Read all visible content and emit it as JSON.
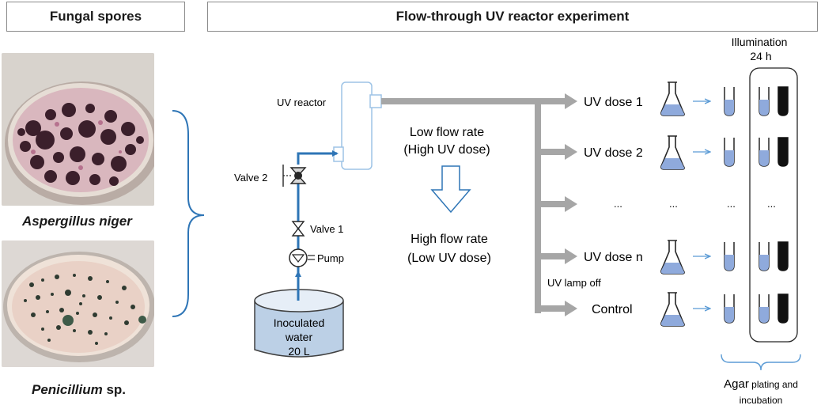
{
  "headers": {
    "left": "Fungal spores",
    "right": "Flow-through UV reactor experiment"
  },
  "organisms": {
    "first": {
      "genus": "Aspergillus niger",
      "suffix": ""
    },
    "second": {
      "genus": "Penicillium",
      "suffix": " sp."
    }
  },
  "apparatus": {
    "uv_reactor": "UV reactor",
    "valve2": "Valve 2",
    "valve1": "Valve 1",
    "pump": "Pump",
    "tank_line1": "Inoculated",
    "tank_line2": "water",
    "tank_line3": "20 L"
  },
  "flow": {
    "low_rate": "Low flow rate",
    "low_rate_dose": "(High UV dose)",
    "high_rate": "High flow rate",
    "high_rate_dose": "(Low UV dose)"
  },
  "outputs": {
    "dose1": "UV dose 1",
    "dose2": "UV dose 2",
    "ellipsis": "...",
    "dosen": "UV dose n",
    "lamp_off": "UV lamp off",
    "control": "Control"
  },
  "illumination": {
    "line1": "Illumination",
    "line2": "24 h"
  },
  "agar": {
    "bold": "Agar",
    "rest1": " plating and",
    "rest2": "incubation"
  },
  "colors": {
    "accent_blue": "#2e75b6",
    "liquid_blue": "#8faadc",
    "arrow_gray": "#a6a6a6"
  }
}
